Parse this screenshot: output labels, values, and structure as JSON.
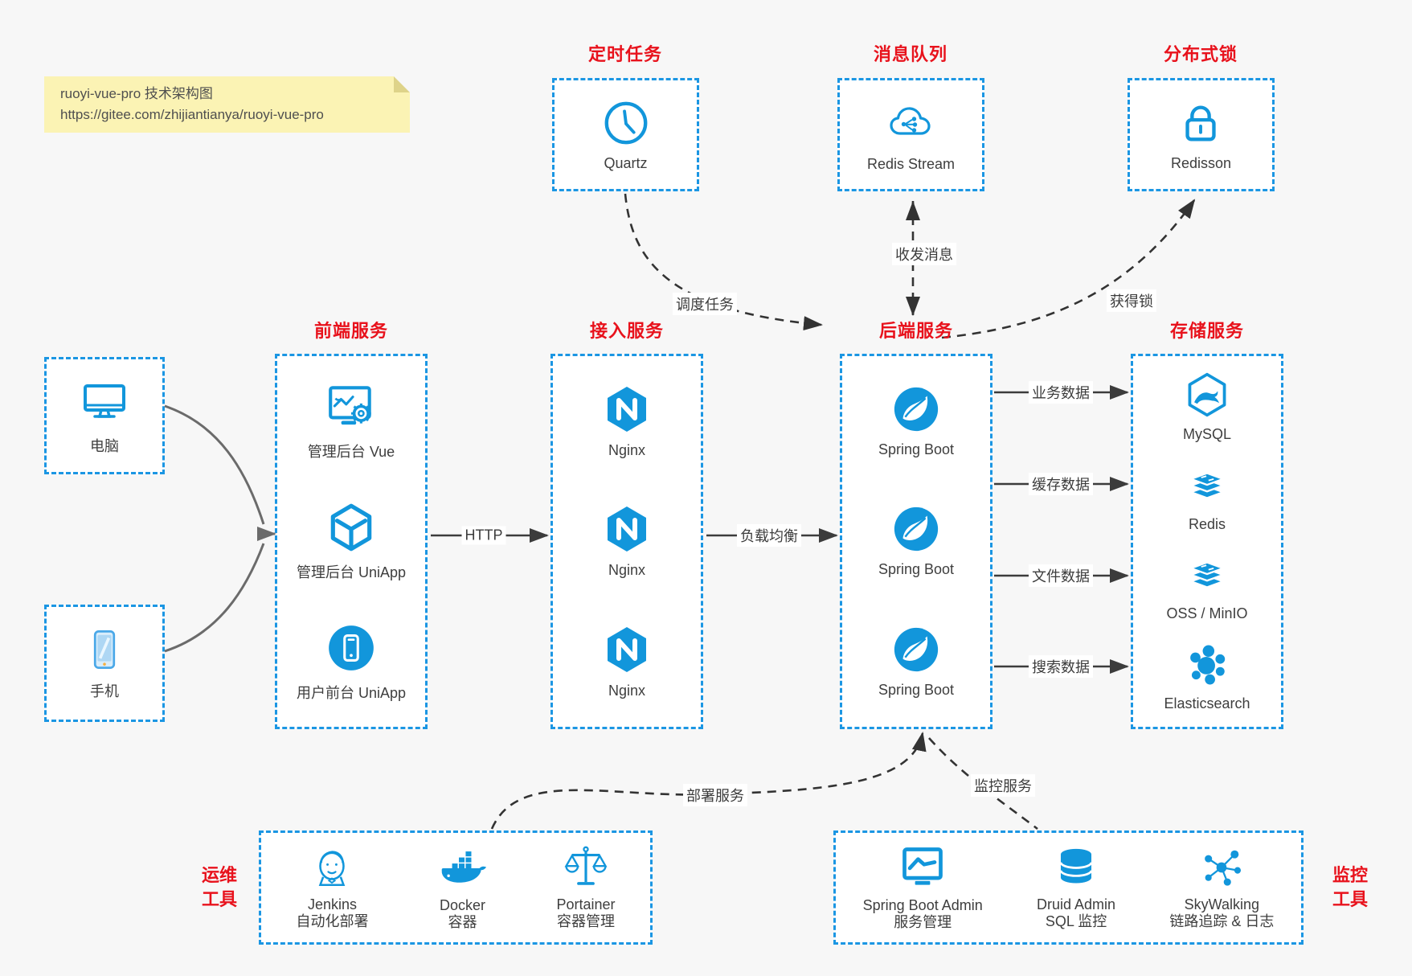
{
  "note": {
    "line1": "ruoyi-vue-pro 技术架构图",
    "line2": "https://gitee.com/zhijiantianya/ruoyi-vue-pro"
  },
  "colors": {
    "accent_blue": "#1296db",
    "border_blue": "#1b96e3",
    "title_red": "#e8121c",
    "background": "#f7f7f7",
    "note_yellow": "#fbf3b4"
  },
  "clients": [
    {
      "icon": "desktop-icon",
      "label": "电脑"
    },
    {
      "icon": "mobile-icon",
      "label": "手机"
    }
  ],
  "top_groups": [
    {
      "title": "定时任务",
      "items": [
        {
          "icon": "clock-icon",
          "label": "Quartz"
        }
      ]
    },
    {
      "title": "消息队列",
      "items": [
        {
          "icon": "cloud-share-icon",
          "label": "Redis Stream"
        }
      ]
    },
    {
      "title": "分布式锁",
      "items": [
        {
          "icon": "lock-icon",
          "label": "Redisson"
        }
      ]
    }
  ],
  "middle_groups": [
    {
      "title": "前端服务",
      "items": [
        {
          "icon": "admin-vue-icon",
          "label": "管理后台 Vue"
        },
        {
          "icon": "uniapp-cube-icon",
          "label": "管理后台 UniApp"
        },
        {
          "icon": "user-uniapp-icon",
          "label": "用户前台 UniApp"
        }
      ]
    },
    {
      "title": "接入服务",
      "items": [
        {
          "icon": "nginx-icon",
          "label": "Nginx"
        },
        {
          "icon": "nginx-icon",
          "label": "Nginx"
        },
        {
          "icon": "nginx-icon",
          "label": "Nginx"
        }
      ]
    },
    {
      "title": "后端服务",
      "items": [
        {
          "icon": "spring-boot-icon",
          "label": "Spring Boot"
        },
        {
          "icon": "spring-boot-icon",
          "label": "Spring Boot"
        },
        {
          "icon": "spring-boot-icon",
          "label": "Spring Boot"
        }
      ]
    },
    {
      "title": "存储服务",
      "items": [
        {
          "icon": "mysql-icon",
          "label": "MySQL"
        },
        {
          "icon": "redis-stack-icon",
          "label": "Redis"
        },
        {
          "icon": "oss-stack-icon",
          "label": "OSS / MinIO"
        },
        {
          "icon": "elasticsearch-icon",
          "label": "Elasticsearch"
        }
      ]
    }
  ],
  "bottom_groups": [
    {
      "side_label_line1": "运维",
      "side_label_line2": "工具",
      "items": [
        {
          "icon": "jenkins-icon",
          "label": "Jenkins",
          "sublabel": "自动化部署"
        },
        {
          "icon": "docker-icon",
          "label": "Docker",
          "sublabel": "容器"
        },
        {
          "icon": "portainer-icon",
          "label": "Portainer",
          "sublabel": "容器管理"
        }
      ]
    },
    {
      "side_label_line1": "监控",
      "side_label_line2": "工具",
      "items": [
        {
          "icon": "spring-boot-admin-icon",
          "label": "Spring Boot Admin",
          "sublabel": "服务管理"
        },
        {
          "icon": "druid-icon",
          "label": "Druid Admin",
          "sublabel": "SQL 监控"
        },
        {
          "icon": "skywalking-icon",
          "label": "SkyWalking",
          "sublabel": "链路追踪 & 日志"
        }
      ]
    }
  ],
  "edge_labels": {
    "http": "HTTP",
    "load_balance": "负载均衡",
    "schedule": "调度任务",
    "messages": "收发消息",
    "lock": "获得锁",
    "business_data": "业务数据",
    "cache_data": "缓存数据",
    "file_data": "文件数据",
    "search_data": "搜索数据",
    "deploy": "部署服务",
    "monitor": "监控服务"
  }
}
